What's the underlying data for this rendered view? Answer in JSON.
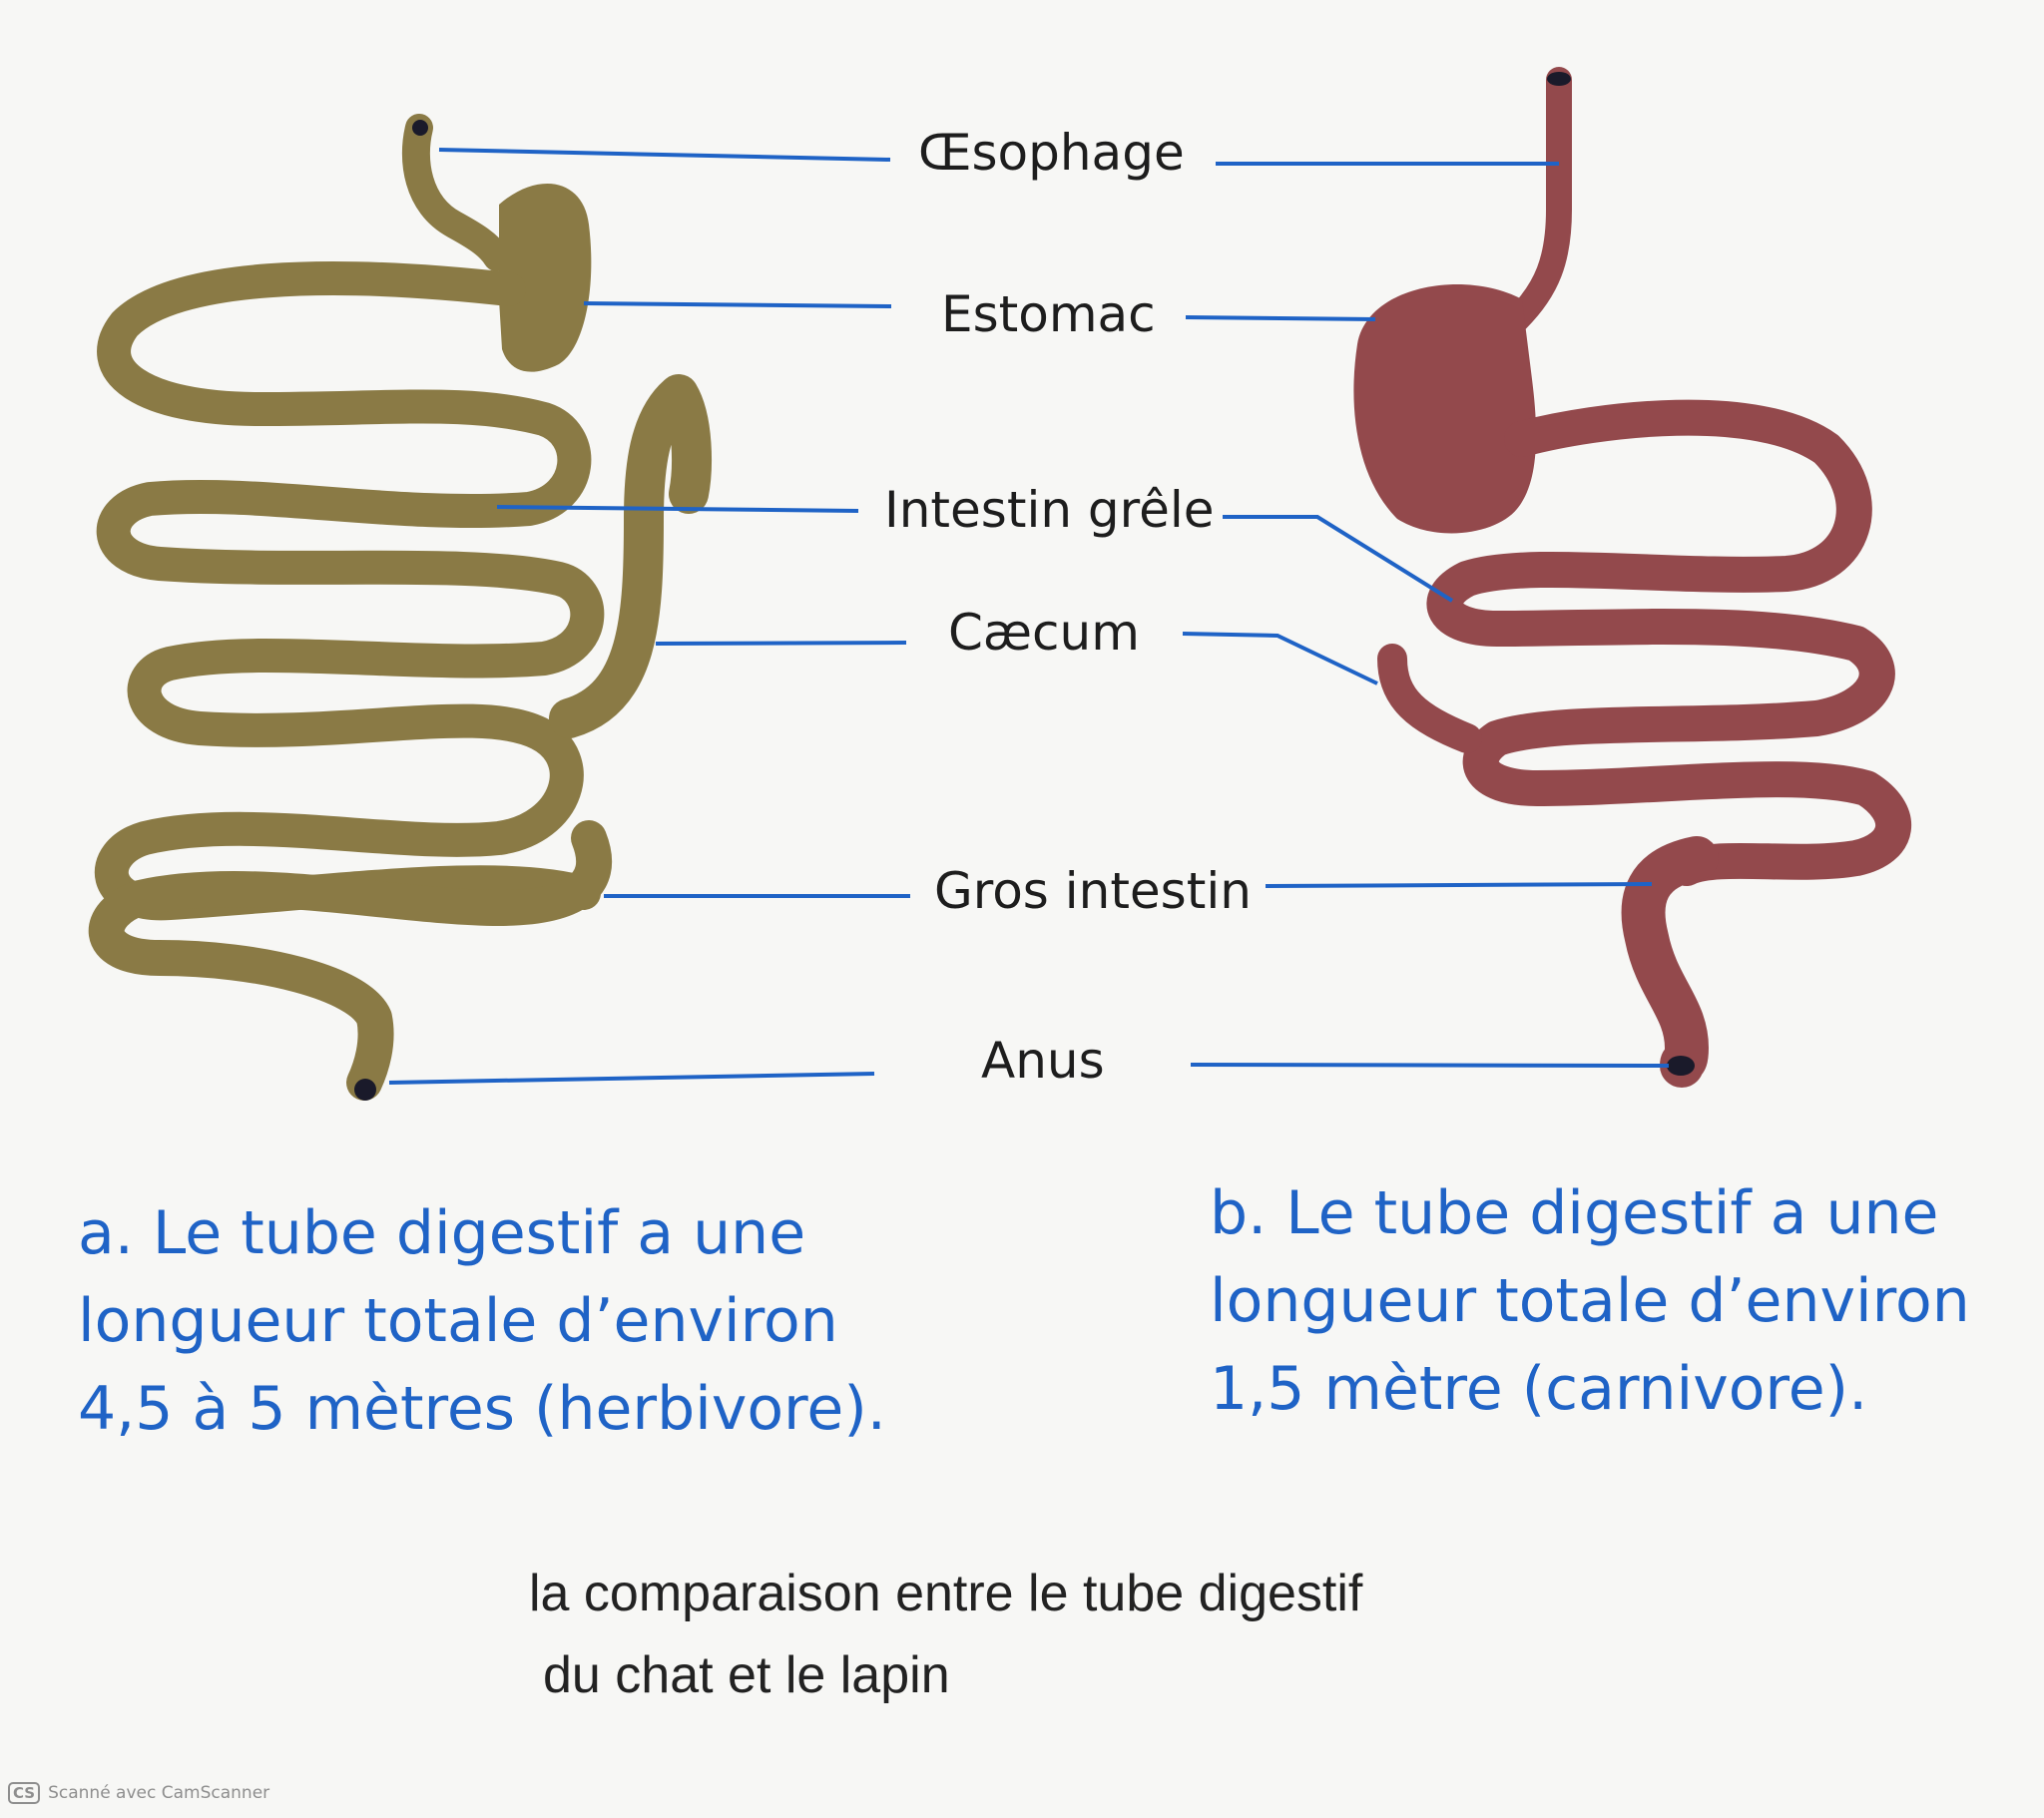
{
  "labels": {
    "oesophage": "Œsophage",
    "estomac": "Estomac",
    "intestin_grele": "Intestin grêle",
    "caecum": "Cæcum",
    "gros_intestin": "Gros intestin",
    "anus": "Anus"
  },
  "caption_a": [
    "a. Le tube digestif a une",
    "longueur totale d’environ",
    "4,5 à 5 mètres (herbivore)."
  ],
  "caption_b": [
    "b. Le tube digestif a une",
    "longueur totale d’environ",
    "1,5 mètre (carnivore)."
  ],
  "bottom_caption": [
    "la comparaison entre le tube digestif",
    "du chat et le lapin"
  ],
  "watermark": {
    "badge": "CS",
    "text": "Scanné avec CamScanner"
  },
  "colors": {
    "herbivore_tube": "#8a7a45",
    "carnivore_tube": "#93494c",
    "leader_line": "#1f63c6",
    "caption_text": "#1f63c6",
    "tube_end": "#1a1a2a"
  }
}
